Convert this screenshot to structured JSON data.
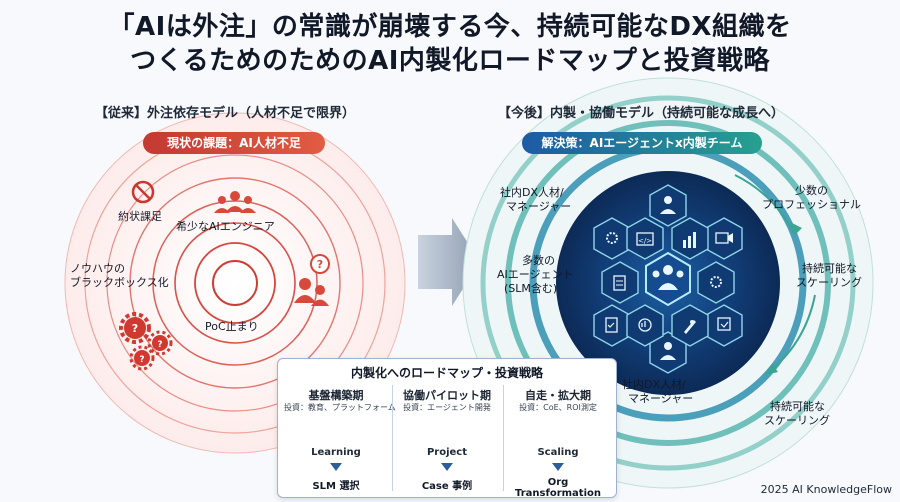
{
  "title": {
    "line1": "「AIは外注」の常識が崩壊する今、持続可能なDX組織を",
    "line2": "つくるためのためのAI内製化ロードマップと投資戦略"
  },
  "left": {
    "heading": "【従来】外注依存モデル（人材不足で限界）",
    "pill": "現状の課題：AI人材不足",
    "labels": {
      "contract": "約状課足",
      "scarce": "希少なAIエンジニア",
      "knowhow_1": "ノウハウの",
      "knowhow_2": "ブラックボックス化",
      "poc": "PoC止まり"
    }
  },
  "right": {
    "heading": "【今後】内製・協働モデル（持続可能な成長へ）",
    "pill": "解決策：AIエージェントx内製チーム",
    "labels": {
      "dx_top_1": "社内DX人材/",
      "dx_top_2": "マネージャー",
      "agents_1": "多数の",
      "agents_2": "AIエージェント",
      "agents_3": "(SLM含む)",
      "dx_bottom_1": "社内DX人材/",
      "dx_bottom_2": "マネージャー",
      "pro_1": "少数の",
      "pro_2": "プロフェッショナル",
      "scale1_1": "持続可能な",
      "scale1_2": "スケーリング",
      "scale2_1": "持続可能な",
      "scale2_2": "スケーリング"
    }
  },
  "roadmap": {
    "title": "内製化へのロードマップ・投資戦略",
    "phases": [
      {
        "title": "基盤構築期",
        "investment": "投資：教育、プラットフォーム",
        "icon_label": "Learning",
        "outcome": "SLM 選択"
      },
      {
        "title": "協働パイロット期",
        "investment": "投資：エージェント開発",
        "icon_label": "Project",
        "outcome": "Case 事例"
      },
      {
        "title": "自走・拡大期",
        "investment": "投資：CoE、ROI測定",
        "icon_label": "Scaling",
        "outcome": "Org Transformation"
      }
    ]
  },
  "footer": "2025 AI KnowledgeFlow",
  "colors": {
    "red": "#d9463b",
    "blue": "#1f5fa8",
    "teal": "#2aa6a0",
    "navy": "#0f2f5c"
  },
  "icons": [
    "no-entry-icon",
    "team-icon",
    "question-bubble-icon",
    "gear-icon",
    "person-icon",
    "code-icon",
    "chart-icon",
    "video-icon",
    "document-icon",
    "rocket-icon",
    "graduation-cap-icon",
    "laptop-icon",
    "pencil-icon",
    "growth-chart-icon"
  ]
}
